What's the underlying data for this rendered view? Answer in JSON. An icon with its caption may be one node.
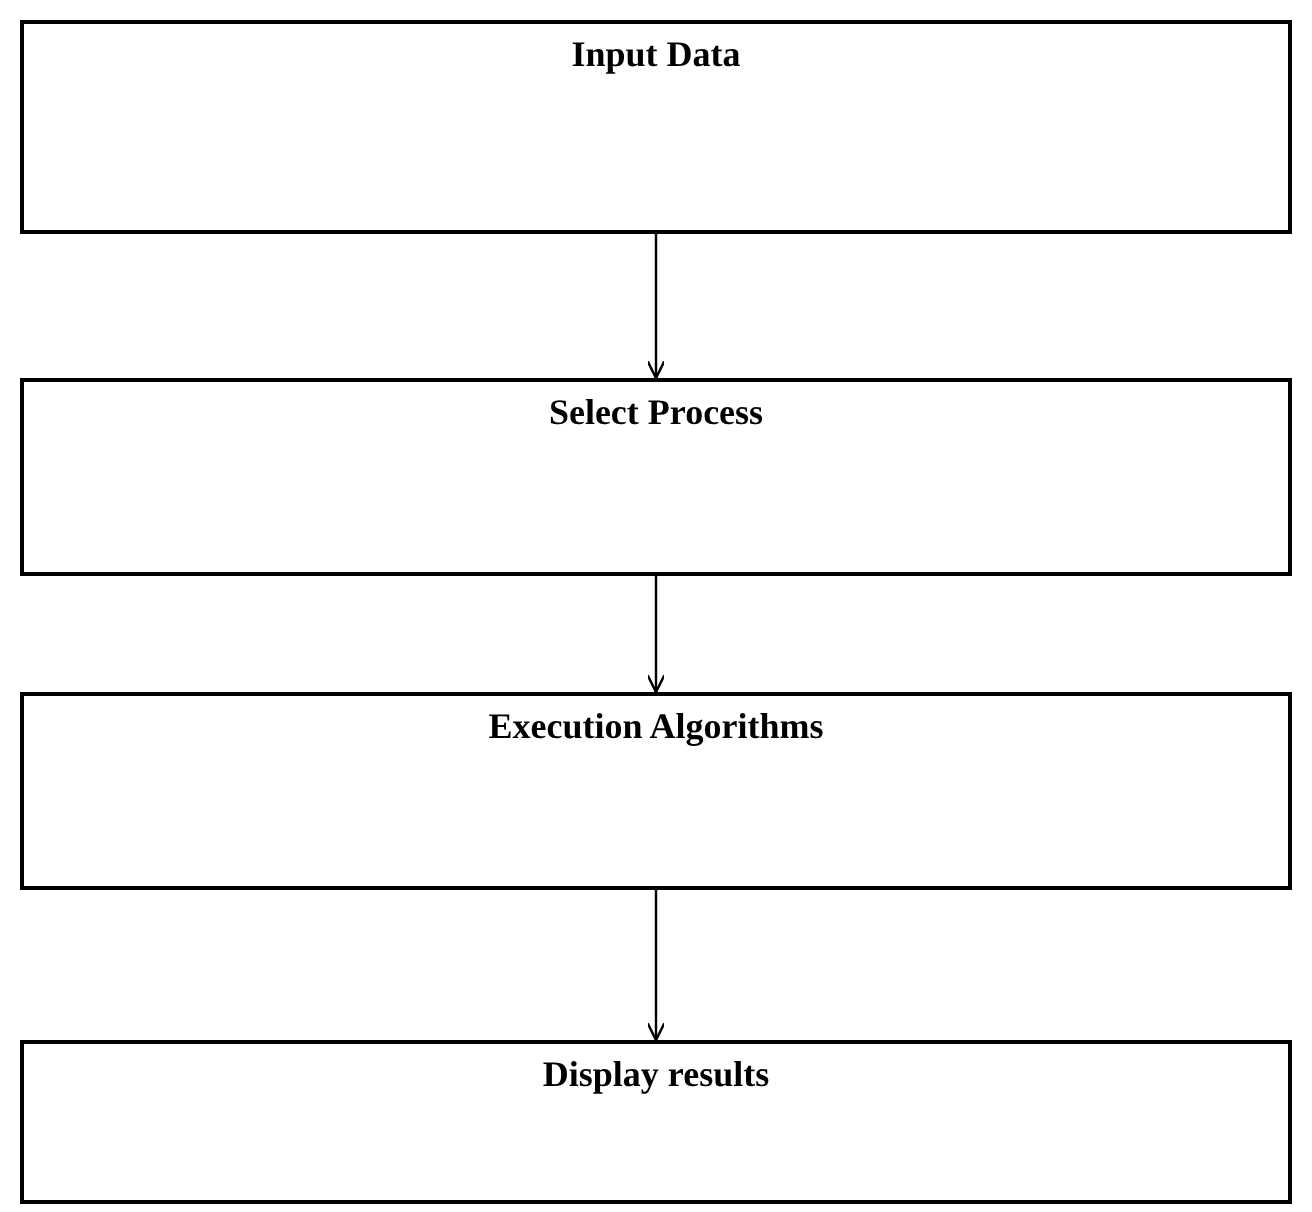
{
  "diagram": {
    "nodes": [
      {
        "text": [
          "Input Data"
        ]
      },
      {
        "text": [
          "Select Process"
        ]
      },
      {
        "text": [
          "Execution Algorithms"
        ]
      },
      {
        "text": [
          "Display results"
        ]
      }
    ],
    "edges": [
      {
        "from": 0,
        "to": 1,
        "arrow": "to"
      },
      {
        "from": 1,
        "to": 2,
        "arrow": "to"
      },
      {
        "from": 2,
        "to": 3,
        "arrow": "to"
      }
    ]
  }
}
